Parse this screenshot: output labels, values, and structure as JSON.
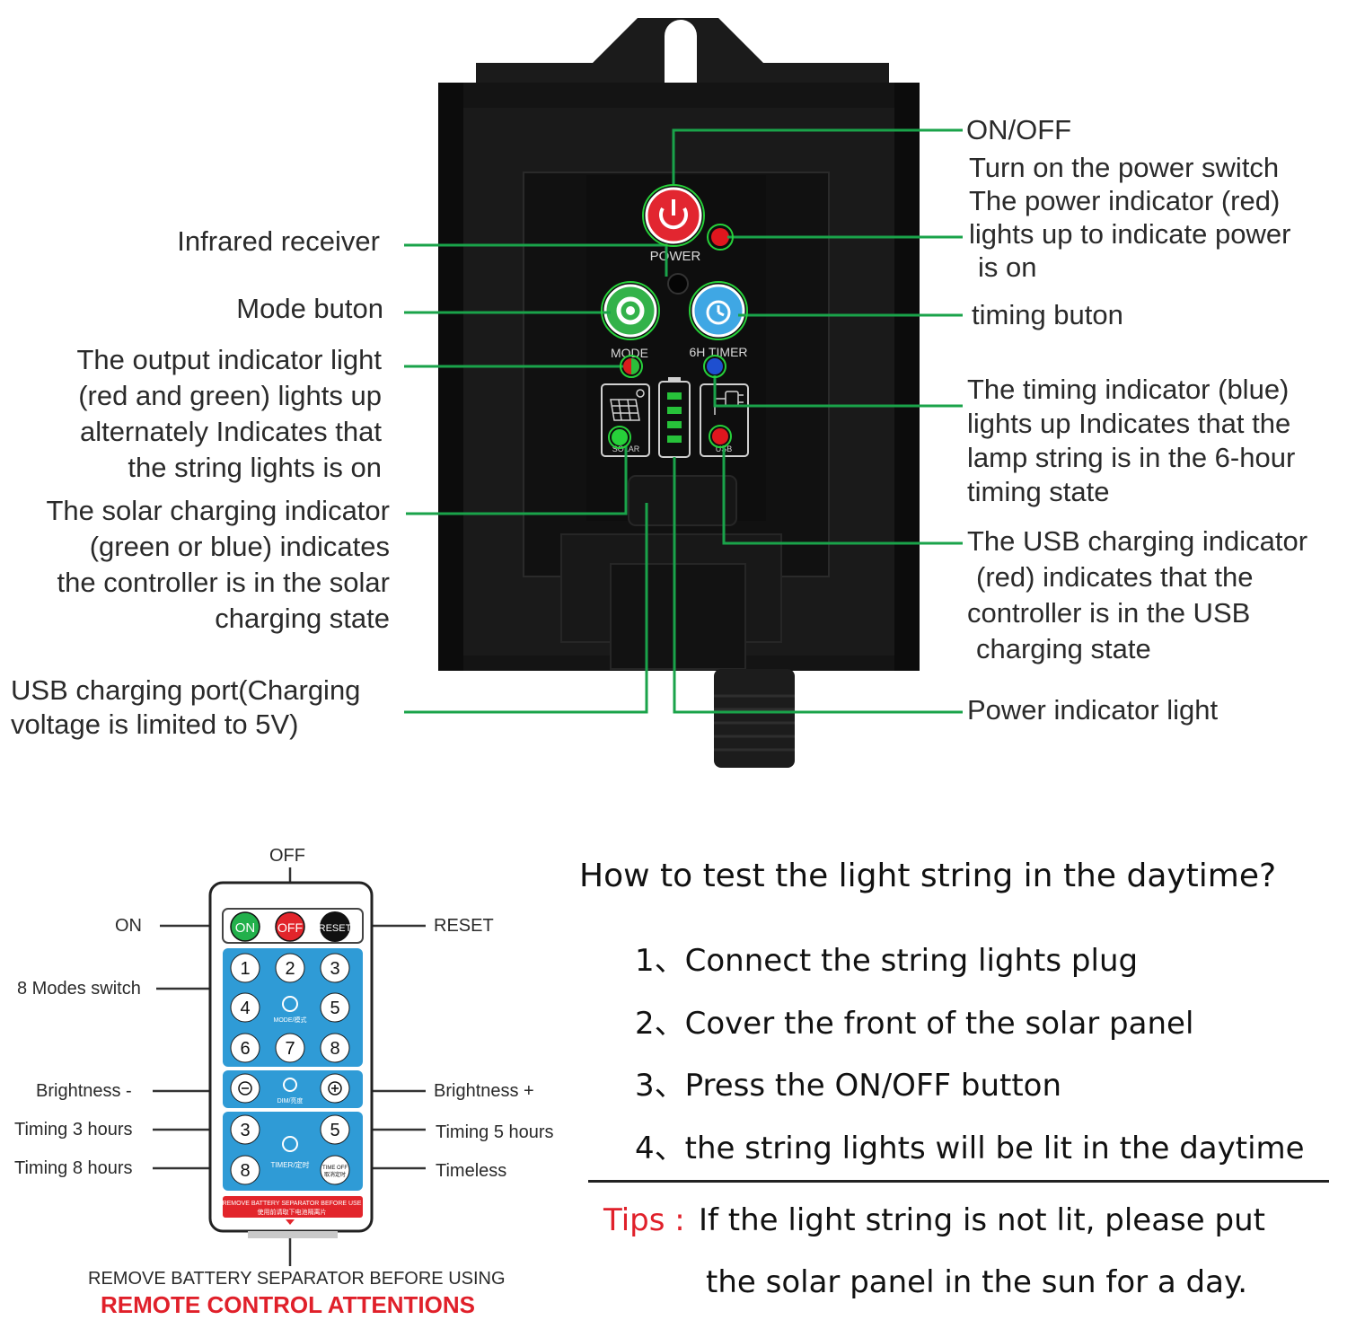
{
  "controller": {
    "panel_labels": {
      "power": "POWER",
      "mode": "MODE",
      "timer": "6H TIMER",
      "solar": "SOLAR",
      "usb": "USB"
    },
    "callouts_left": {
      "infrared_receiver": "Infrared receiver",
      "mode_button": "Mode buton",
      "output_indicator": [
        "The output indicator light",
        "(red and green) lights up",
        "alternately Indicates that",
        "the string lights is on"
      ],
      "solar_indicator": [
        "The solar charging indicator",
        "(green or blue) indicates",
        "the controller is in the solar",
        "charging state"
      ],
      "usb_port": [
        "USB charging port(Charging",
        "voltage is limited to 5V)"
      ]
    },
    "callouts_right": {
      "on_off": "ON/OFF",
      "on_off_desc": [
        "Turn on the power switch",
        "The power indicator (red)",
        "lights up to indicate power",
        "is on"
      ],
      "timing_button": "timing buton",
      "timing_indicator": [
        "The timing indicator (blue)",
        "lights up Indicates that the",
        "lamp string is in the 6-hour",
        "timing state"
      ],
      "usb_indicator": [
        "The USB charging indicator",
        "(red) indicates that the",
        "controller is in the USB",
        "charging state"
      ],
      "power_indicator": "Power indicator light"
    }
  },
  "remote": {
    "labels": {
      "off": "OFF",
      "on": "ON",
      "reset": "RESET",
      "modes": "8 Modes switch",
      "bright_minus": "Brightness -",
      "bright_plus": "Brightness +",
      "timing3": "Timing 3 hours",
      "timing5": "Timing 5 hours",
      "timing8": "Timing 8 hours",
      "timeless": "Timeless"
    },
    "buttons": {
      "on": "ON",
      "off": "OFF",
      "reset": "RESET",
      "mode_numbers": [
        "1",
        "2",
        "3",
        "4",
        "5",
        "6",
        "7",
        "8"
      ],
      "mode_caption": "MODE/模式",
      "dim_caption": "DIM/亮度",
      "timer_numbers": [
        "3",
        "5",
        "8"
      ],
      "timer_caption": "TIMER/定时",
      "time_off": [
        "TIME OFF",
        "取消定时"
      ]
    },
    "separator_text": [
      "REMOVE BATTERY SEPARATOR BEFORE USE",
      "使用前请取下电池隔离片"
    ],
    "bottom_note": "REMOVE BATTERY SEPARATOR BEFORE USING",
    "attention": "REMOTE CONTROL ATTENTIONS"
  },
  "howto": {
    "title": "How to test the light string in the daytime?",
    "steps": [
      "1、Connect the string lights plug",
      "2、Cover the front of the solar panel",
      "3、Press the ON/OFF button",
      "4、the string lights will be lit in the daytime"
    ],
    "tips_label": "Tips :",
    "tips": [
      "If the light string is not lit, please put",
      "the solar panel in the sun for a day."
    ]
  },
  "colors": {
    "leader": "#1aa34a",
    "body": "#151515",
    "remote_blue": "#2f9bd6",
    "tips_red": "#e0202a",
    "on_green": "#22b04b"
  }
}
